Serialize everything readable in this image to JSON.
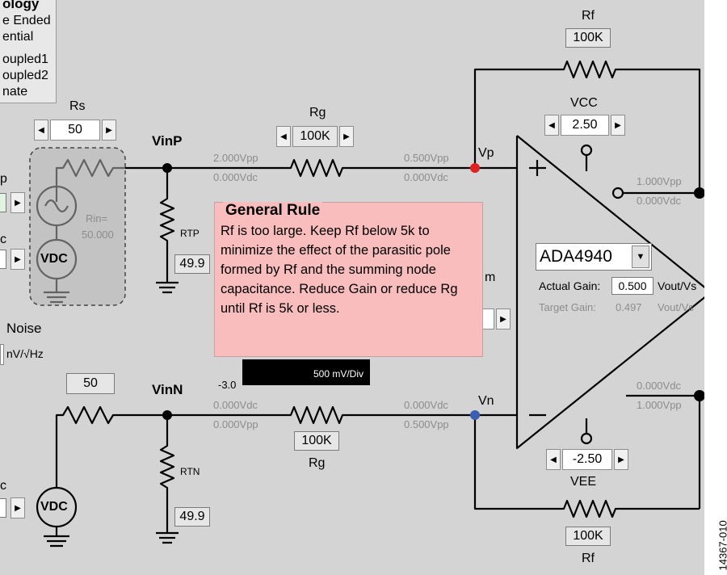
{
  "topology": {
    "title": "ology",
    "options": [
      "e Ended",
      "ential",
      "oupled1",
      "oupled2",
      "nate"
    ]
  },
  "rs": {
    "label": "Rs",
    "value": "50"
  },
  "vinp": {
    "label": "VinP"
  },
  "vinn": {
    "label": "VinN"
  },
  "rg_top": {
    "label": "Rg",
    "value": "100K"
  },
  "rg_bottom": {
    "label": "Rg",
    "value": "100K"
  },
  "rf_top": {
    "label": "Rf",
    "value": "100K"
  },
  "rf_bottom": {
    "label": "Rf",
    "value": "100K"
  },
  "vcc": {
    "label": "VCC",
    "value": "2.50"
  },
  "vee": {
    "label": "VEE",
    "value": "-2.50"
  },
  "vp_label": "Vp",
  "vn_label": "Vn",
  "rtp": {
    "label": "RTP",
    "value": "49.9"
  },
  "rtn": {
    "label": "RTN",
    "value": "49.9"
  },
  "rin": {
    "line1": "Rin=",
    "line2": "50.000"
  },
  "source_labels": {
    "vdc": "VDC",
    "p_partial": "p",
    "c_partial1": "c",
    "c_partial2": "c",
    "m_partial": "m"
  },
  "noise": {
    "label": "Noise",
    "unit": "nV/√Hz"
  },
  "readouts": {
    "vinp_vpp": "2.000Vpp",
    "vinp_vdc": "0.000Vdc",
    "vp_vpp": "0.500Vpp",
    "vp_vdc": "0.000Vdc",
    "out_top_vpp": "1.000Vpp",
    "out_top_vdc": "0.000Vdc",
    "vinn_vdc": "0.000Vdc",
    "vinn_vpp": "0.000Vpp",
    "vn_vdc": "0.000Vdc",
    "vn_vpp": "0.500Vpp",
    "out_bot_vdc": "0.000Vdc",
    "out_bot_vpp": "1.000Vpp"
  },
  "bottom_source_value": "50",
  "general_rule": {
    "title": "General Rule",
    "body": "Rf is too large. Keep Rf below 5k to minimize the effect of the parasitic pole formed by Rf and the summing node capacitance. Reduce Gain or reduce Rg until Rf is 5k or less."
  },
  "scope": {
    "offset": "-3.0",
    "scale": "500 mV/Div"
  },
  "amp": {
    "part": "ADA4940",
    "actual_gain_label": "Actual Gain:",
    "actual_gain_value": "0.500",
    "gain_unit": "Vout/Vs",
    "target_gain_label": "Target Gain:",
    "target_gain_value": "0.497",
    "target_unit": "Vout/Vs"
  },
  "figure_number": "14367-010",
  "colors": {
    "vp_dot": "#dd2222",
    "vn_dot": "#3a5fb0",
    "rule_bg": "#f9bdbd",
    "panel_bg": "#d4d4d4"
  }
}
